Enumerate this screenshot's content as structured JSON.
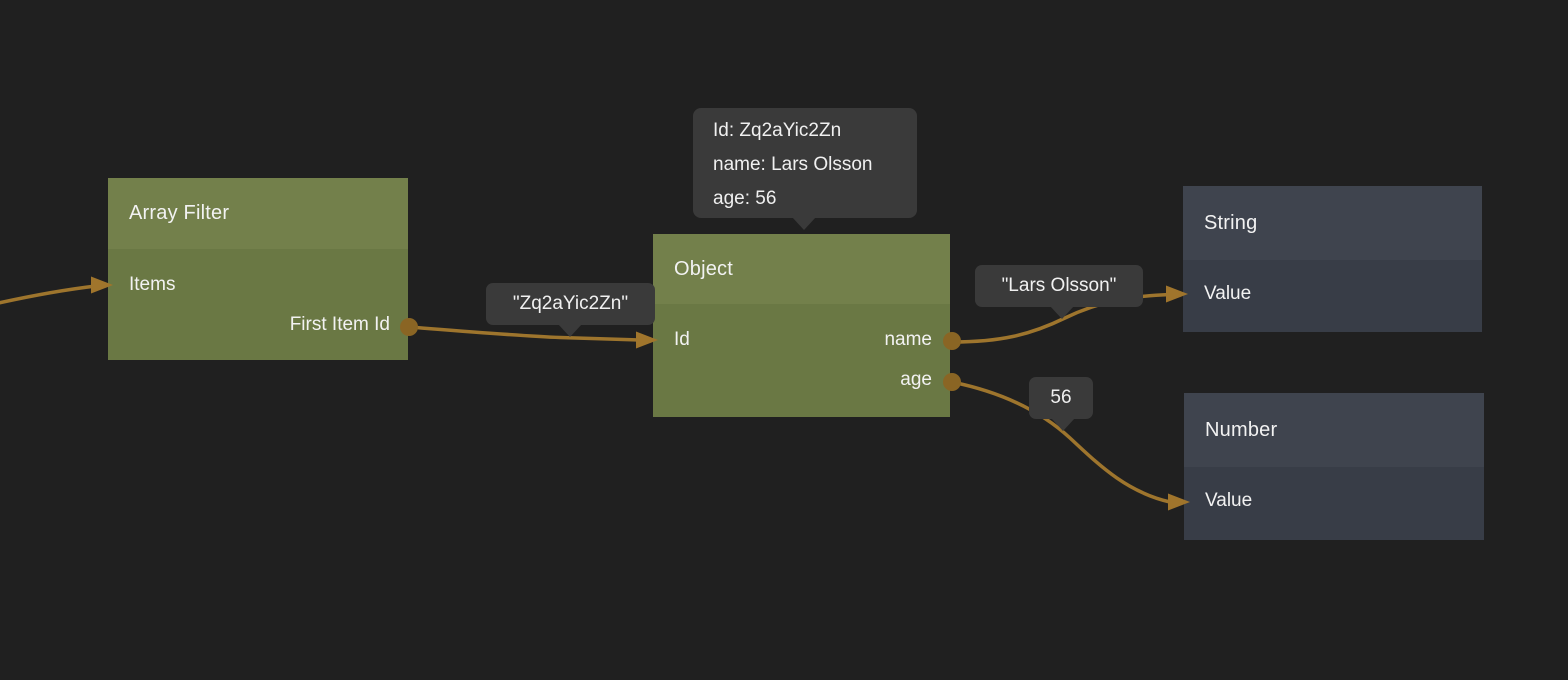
{
  "editor": {
    "background_color": "#202020",
    "wire_color": "#9e752d",
    "port_color": "#8a6524",
    "tooltip_color": "#3a3a3a",
    "node_colors": {
      "function_header": "#73804b",
      "function_body": "#6a7844",
      "primitive_header": "#3f444e",
      "primitive_body": "#383d47"
    }
  },
  "nodes": [
    {
      "title": "Array Filter",
      "kind": "function",
      "inputs": [
        "Items"
      ],
      "outputs": [
        "First Item Id"
      ]
    },
    {
      "title": "Object",
      "kind": "function",
      "inputs": [
        "Id"
      ],
      "outputs": [
        "name",
        "age"
      ]
    },
    {
      "title": "String",
      "kind": "primitive",
      "inputs": [
        "Value"
      ],
      "outputs": []
    },
    {
      "title": "Number",
      "kind": "primitive",
      "inputs": [
        "Value"
      ],
      "outputs": []
    }
  ],
  "connections": [
    {
      "to": "Array Filter.Items"
    },
    {
      "from": "Array Filter.First Item Id",
      "to": "Object.Id",
      "value": "\"Zq2aYic2Zn\""
    },
    {
      "from": "Object.name",
      "to": "String.Value",
      "value": "\"Lars Olsson\""
    },
    {
      "from": "Object.age",
      "to": "Number.Value",
      "value": "56"
    }
  ],
  "tooltips": {
    "object_preview": {
      "lines": [
        "Id: Zq2aYic2Zn",
        "name: Lars Olsson",
        "age: 56"
      ]
    }
  }
}
